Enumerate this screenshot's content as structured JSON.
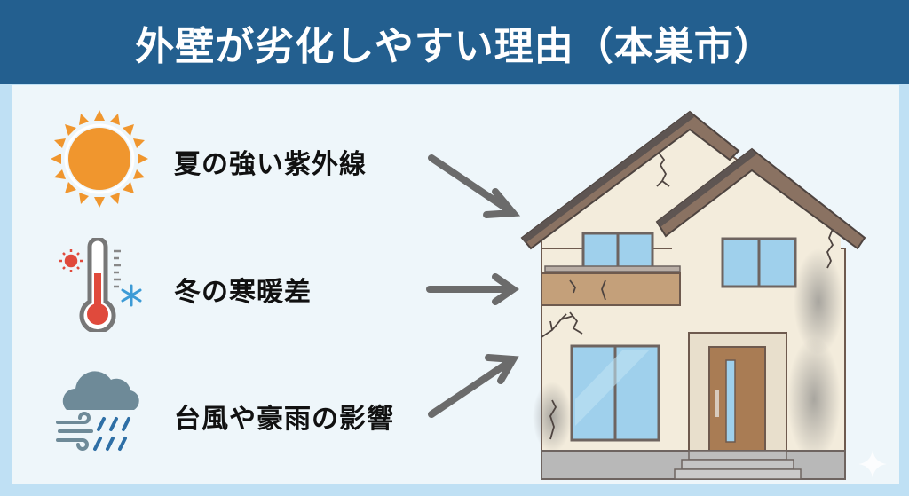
{
  "header": {
    "title": "外壁が劣化しやすい理由（本巣市）",
    "background": "#235f8f"
  },
  "causes": [
    {
      "icon": "sun-icon",
      "label": "夏の強い紫外線",
      "icon_color": "#f0962e"
    },
    {
      "icon": "thermometer-icon",
      "label": "冬の寒暖差",
      "icon_color": "#e04a3c"
    },
    {
      "icon": "rain-cloud-wind-icon",
      "label": "台風や豪雨の影響",
      "icon_color": "#6e8a98"
    }
  ],
  "illustration": {
    "subject": "house-with-cracked-weathered-exterior-wall",
    "wall_color": "#f3ecdc",
    "roof_color": "#8a7262",
    "window_color": "#9fd0ec",
    "door_color": "#a97c54"
  },
  "colors": {
    "arrow": "#6b6b6b",
    "panel_bg": "#eef6fa",
    "frame_bg": "#bfe0f4"
  }
}
